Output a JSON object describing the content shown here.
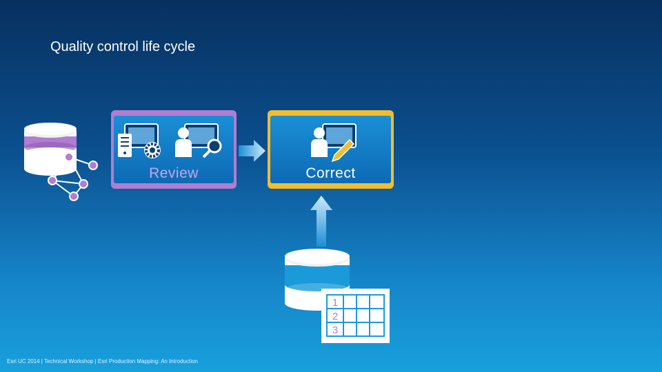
{
  "title": "Quality control life cycle",
  "review_label": "Review",
  "correct_label": "Correct",
  "footer": "Esri UC 2014 | Technical Workshop | Esri Production Mapping: An Introduction",
  "table_row_numbers": [
    "1",
    "2",
    "3"
  ],
  "colors": {
    "review_accent": "#b07dd1",
    "correct_accent": "#f2bd2f",
    "database_blue": "#1a9ad9",
    "box_fill": "#1a8fd6"
  }
}
